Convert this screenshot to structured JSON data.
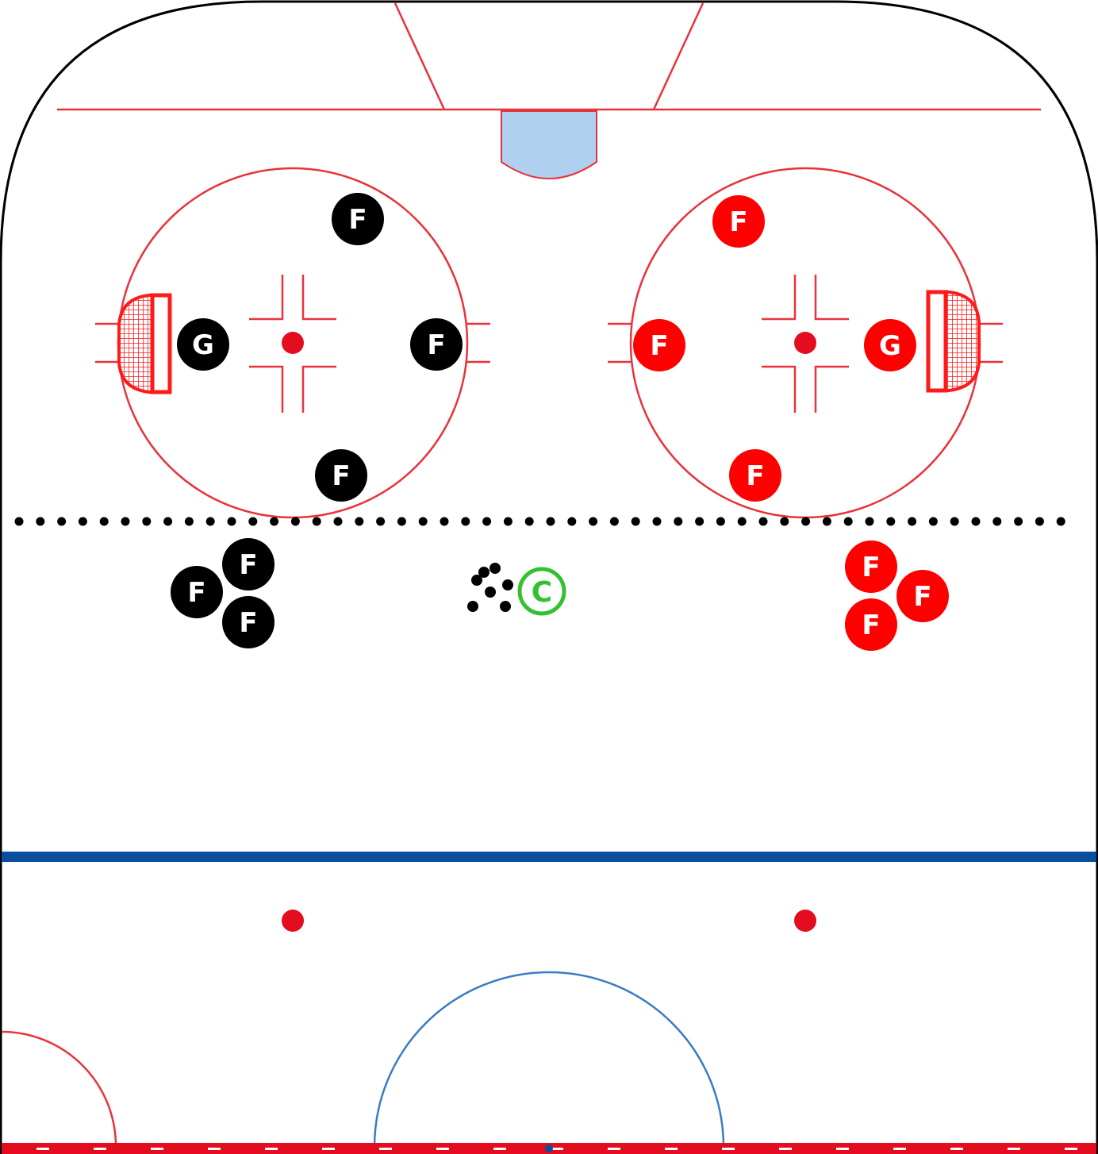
{
  "colors": {
    "board": "#000000",
    "red_line": "#e8333c",
    "blue_line": "#0a4f9e",
    "crease_fill": "#b0d0ef",
    "net": "#ff1a1a",
    "team_black": "#000000",
    "team_red": "#ff0000",
    "coach": "#33c133",
    "token_text": "#ffffff",
    "center_circle": "#3b7cc4"
  },
  "players": [
    {
      "team": "black",
      "label": "F"
    },
    {
      "team": "black",
      "label": "G"
    },
    {
      "team": "black",
      "label": "F"
    },
    {
      "team": "black",
      "label": "F"
    },
    {
      "team": "red",
      "label": "F"
    },
    {
      "team": "red",
      "label": "F"
    },
    {
      "team": "red",
      "label": "G"
    },
    {
      "team": "red",
      "label": "F"
    },
    {
      "team": "black",
      "label": "F"
    },
    {
      "team": "black",
      "label": "F"
    },
    {
      "team": "black",
      "label": "F"
    },
    {
      "team": "red",
      "label": "F"
    },
    {
      "team": "red",
      "label": "F"
    },
    {
      "team": "red",
      "label": "F"
    }
  ],
  "coach": {
    "label": "C",
    "icon": "coach-icon"
  },
  "pucks": {
    "count": 7,
    "icon": "puck-icon"
  },
  "dotted_line": {
    "icon": "dotted-line"
  }
}
